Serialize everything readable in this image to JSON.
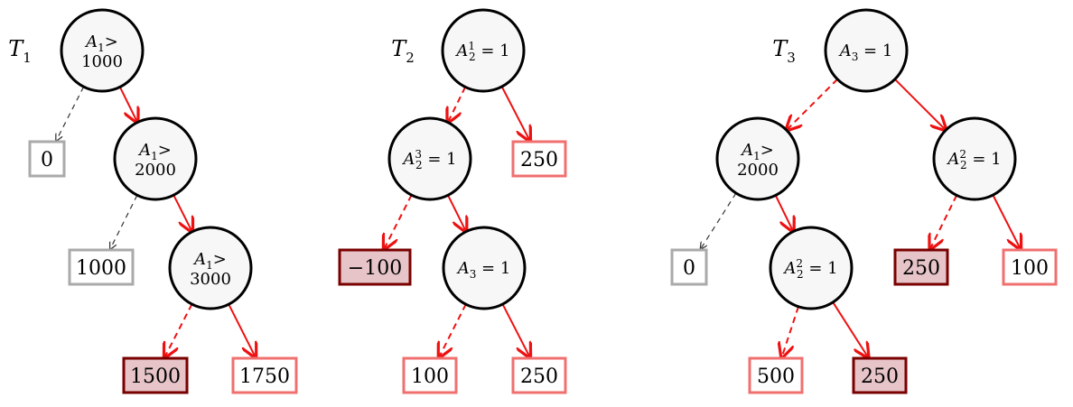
{
  "colors": {
    "active_edge": "#ee1111",
    "inactive_edge": "#333333",
    "leaf_gray_border": "#aaaaaa",
    "leaf_light_border": "#f07070",
    "leaf_dark_border": "#7a0000",
    "leaf_dark_fill": "#e6c4c8",
    "leaf_white_fill": "#ffffff"
  },
  "trees": [
    {
      "id": "T1",
      "label": {
        "base": "T",
        "sub": "1"
      },
      "nodes": [
        {
          "id": "t1n1",
          "line1": {
            "base": "A",
            "sub": "1",
            "rest": ">"
          },
          "line2": "1000"
        },
        {
          "id": "t1n2",
          "line1": {
            "base": "A",
            "sub": "1",
            "rest": ">"
          },
          "line2": "2000"
        },
        {
          "id": "t1n3",
          "line1": {
            "base": "A",
            "sub": "1",
            "rest": ">"
          },
          "line2": "3000"
        }
      ],
      "leaves": [
        {
          "id": "t1l1",
          "value": "0",
          "style": "gray"
        },
        {
          "id": "t1l2",
          "value": "1000",
          "style": "gray"
        },
        {
          "id": "t1l3",
          "value": "1500",
          "style": "dark"
        },
        {
          "id": "t1l4",
          "value": "1750",
          "style": "light"
        }
      ],
      "edges": [
        {
          "from": "t1n1",
          "to": "t1l1",
          "style": "thin"
        },
        {
          "from": "t1n1",
          "to": "t1n2",
          "style": "solid"
        },
        {
          "from": "t1n2",
          "to": "t1l2",
          "style": "thin"
        },
        {
          "from": "t1n2",
          "to": "t1n3",
          "style": "solid"
        },
        {
          "from": "t1n3",
          "to": "t1l3",
          "style": "dashed"
        },
        {
          "from": "t1n3",
          "to": "t1l4",
          "style": "solid"
        }
      ]
    },
    {
      "id": "T2",
      "label": {
        "base": "T",
        "sub": "2"
      },
      "nodes": [
        {
          "id": "t2n1",
          "line1": {
            "base": "A",
            "sub": "2",
            "sup": "1",
            "rest": " = 1"
          }
        },
        {
          "id": "t2n2",
          "line1": {
            "base": "A",
            "sub": "2",
            "sup": "3",
            "rest": " = 1"
          }
        },
        {
          "id": "t2n3",
          "line1": {
            "base": "A",
            "sub": "3",
            "rest": " = 1"
          }
        }
      ],
      "leaves": [
        {
          "id": "t2l1",
          "value": "250",
          "style": "light"
        },
        {
          "id": "t2l2",
          "value": "−100",
          "style": "dark"
        },
        {
          "id": "t2l3",
          "value": "100",
          "style": "light"
        },
        {
          "id": "t2l4",
          "value": "250",
          "style": "light"
        }
      ],
      "edges": [
        {
          "from": "t2n1",
          "to": "t2n2",
          "style": "dashed"
        },
        {
          "from": "t2n1",
          "to": "t2l1",
          "style": "solid"
        },
        {
          "from": "t2n2",
          "to": "t2l2",
          "style": "dashed"
        },
        {
          "from": "t2n2",
          "to": "t2n3",
          "style": "solid"
        },
        {
          "from": "t2n3",
          "to": "t2l3",
          "style": "dashed"
        },
        {
          "from": "t2n3",
          "to": "t2l4",
          "style": "solid"
        }
      ]
    },
    {
      "id": "T3",
      "label": {
        "base": "T",
        "sub": "3"
      },
      "nodes": [
        {
          "id": "t3n1",
          "line1": {
            "base": "A",
            "sub": "3",
            "rest": " = 1"
          }
        },
        {
          "id": "t3n2",
          "line1": {
            "base": "A",
            "sub": "1",
            "rest": ">"
          },
          "line2": "2000"
        },
        {
          "id": "t3n3",
          "line1": {
            "base": "A",
            "sub": "2",
            "sup": "2",
            "rest": " = 1"
          }
        },
        {
          "id": "t3n4",
          "line1": {
            "base": "A",
            "sub": "2",
            "sup": "2",
            "rest": " = 1"
          }
        }
      ],
      "leaves": [
        {
          "id": "t3l1",
          "value": "250",
          "style": "dark"
        },
        {
          "id": "t3l2",
          "value": "100",
          "style": "light"
        },
        {
          "id": "t3l3",
          "value": "0",
          "style": "gray"
        },
        {
          "id": "t3l4",
          "value": "500",
          "style": "light"
        },
        {
          "id": "t3l5",
          "value": "250",
          "style": "dark"
        }
      ],
      "edges": [
        {
          "from": "t3n1",
          "to": "t3n2",
          "style": "dashed"
        },
        {
          "from": "t3n1",
          "to": "t3n3",
          "style": "solid"
        },
        {
          "from": "t3n3",
          "to": "t3l1",
          "style": "dashed"
        },
        {
          "from": "t3n3",
          "to": "t3l2",
          "style": "solid"
        },
        {
          "from": "t3n2",
          "to": "t3l3",
          "style": "thin"
        },
        {
          "from": "t3n2",
          "to": "t3n4",
          "style": "solid"
        },
        {
          "from": "t3n4",
          "to": "t3l4",
          "style": "dashed"
        },
        {
          "from": "t3n4",
          "to": "t3l5",
          "style": "solid"
        }
      ]
    }
  ]
}
